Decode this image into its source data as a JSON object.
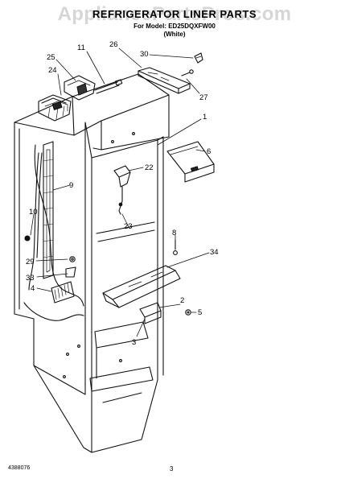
{
  "header": {
    "watermark": "AppliancePartsPros.com",
    "title": "REFRIGERATOR LINER PARTS",
    "subtitle": "For Model: ED25DQXFW00",
    "subtitle2": "(White)"
  },
  "callouts": [
    "25",
    "11",
    "26",
    "30",
    "24",
    "27",
    "1",
    "6",
    "22",
    "9",
    "10",
    "23",
    "8",
    "34",
    "29",
    "33",
    "4",
    "2",
    "5",
    "3"
  ],
  "footer": {
    "doc_number": "4388076",
    "page": "3"
  }
}
